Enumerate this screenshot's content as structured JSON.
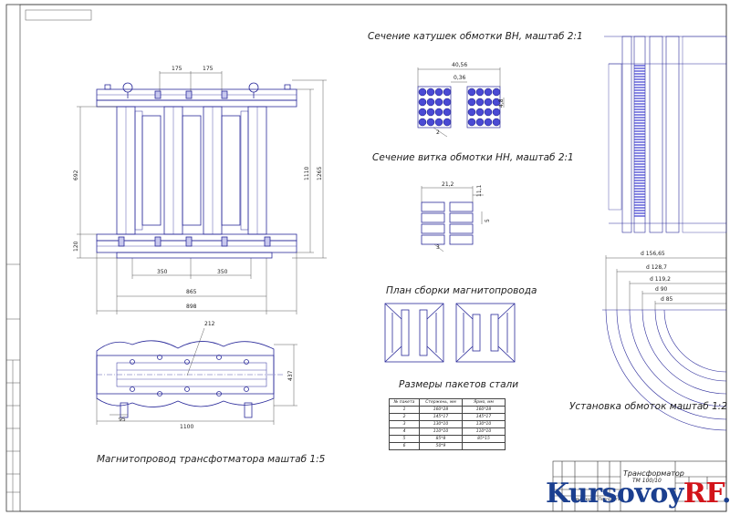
{
  "drawing": {
    "captions": {
      "hv_section": "Сечение катушек обмотки ВН, маштаб 2:1",
      "lv_section": "Сечение витка обмотки НН, маштаб 2:1",
      "core_plan": "План сборки магнитопровода",
      "steel_sizes": "Размеры пакетов стали",
      "windings_install": "Установка обмоток маштаб 1:2",
      "core_title": "Магнитопровод трансфотматора маштаб 1:5"
    },
    "front_dims": {
      "d175a": "175",
      "d175b": "175",
      "d692": "692",
      "d120": "120",
      "d1110": "1110",
      "d1265": "1265",
      "d350a": "350",
      "d350b": "350",
      "d865": "865",
      "d898": "898"
    },
    "plan_dims": {
      "d212": "212",
      "d437": "437",
      "d95": "95",
      "d1100": "1100"
    },
    "hv_dims": {
      "w": "40,56",
      "g": "0,36",
      "h": "4,8",
      "n": "2"
    },
    "lv_dims": {
      "w": "21,2",
      "t": "11,1",
      "h": "5",
      "n": "3"
    },
    "install_dims": [
      "d 156,65",
      "d 128,7",
      "d 119,2",
      "d 90",
      "d 85"
    ],
    "steel_table": {
      "headers": [
        "№ пакета",
        "Стержень, мм",
        "Ярмо, мм"
      ],
      "rows": [
        [
          "1",
          "160*28",
          "160*28"
        ],
        [
          "2",
          "145*17",
          "145*17"
        ],
        [
          "3",
          "130*10",
          "130*10"
        ],
        [
          "4",
          "110*10",
          "110*10"
        ],
        [
          "5",
          "85*8",
          "85*15"
        ],
        [
          "6",
          "50*9",
          ""
        ]
      ]
    },
    "title_block": {
      "title_line1": "Трансформатор",
      "title_line2": "ТМ 100/10",
      "fragment1": "№ докум.",
      "fragment2": "Подп.",
      "fragment3": "Дата"
    }
  },
  "watermark": {
    "main": "Kursovoy",
    "accent": "RF",
    "suffix": ".ru"
  }
}
